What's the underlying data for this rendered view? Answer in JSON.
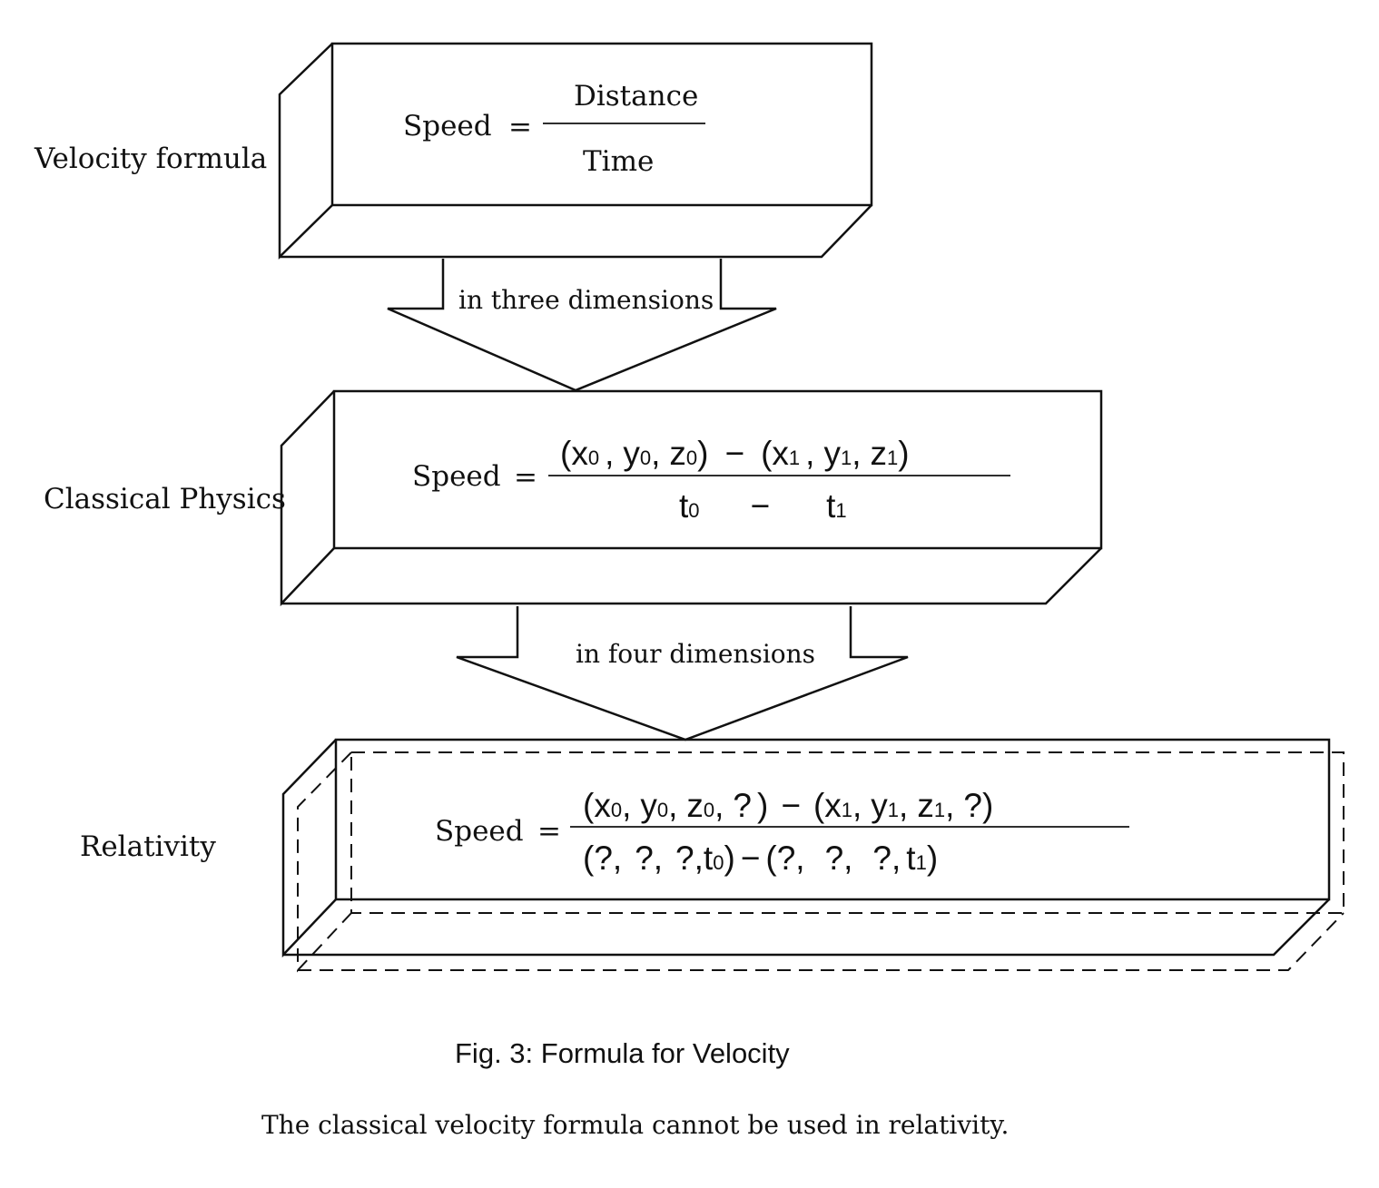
{
  "levels": [
    {
      "label": "Velocity formula",
      "speed": "Speed",
      "eq": "=",
      "numerator": "Distance",
      "denominator": "Time"
    },
    {
      "label": "Classical Physics",
      "speed": "Speed",
      "eq": "="
    },
    {
      "label": "Relativity",
      "speed": "Speed",
      "eq": "="
    }
  ],
  "arrows": [
    {
      "label": "in three dimensions"
    },
    {
      "label": "in four dimensions"
    }
  ],
  "glyphs": {
    "x": "x",
    "y": "y",
    "z": "z",
    "t": "t",
    "s0": "0",
    "s1": "1",
    "comma": ",",
    "lparen": "(",
    "rparen": ")",
    "minus": "−",
    "q": "?"
  },
  "caption": "Fig. 3: Formula for Velocity",
  "note": "The classical velocity formula cannot be used in relativity."
}
